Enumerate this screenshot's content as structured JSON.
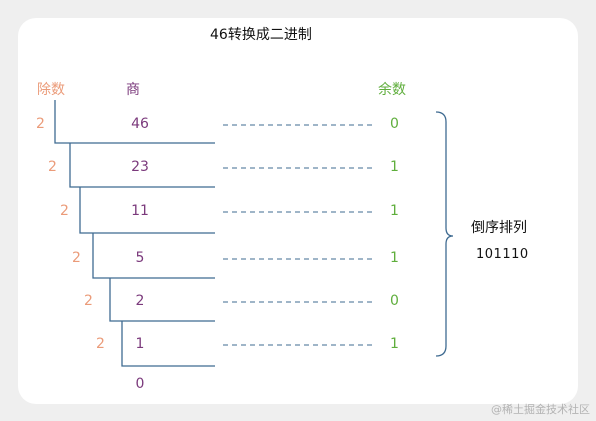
{
  "title": "46转换成二进制",
  "headers": {
    "divisor": "除数",
    "quotient": "商",
    "remainder": "余数"
  },
  "colors": {
    "divisor": "#eb9b79",
    "quotient": "#7b3a7c",
    "remainder": "#5fae3c",
    "lines": "#3f6b91",
    "brace": "#3f6b91"
  },
  "steps": [
    {
      "divisor": "2",
      "quotient": "46",
      "remainder": "0"
    },
    {
      "divisor": "2",
      "quotient": "23",
      "remainder": "1"
    },
    {
      "divisor": "2",
      "quotient": "11",
      "remainder": "1"
    },
    {
      "divisor": "2",
      "quotient": "5",
      "remainder": "1"
    },
    {
      "divisor": "2",
      "quotient": "2",
      "remainder": "0"
    },
    {
      "divisor": "2",
      "quotient": "1",
      "remainder": "1"
    }
  ],
  "final_quotient": "0",
  "result": {
    "label": "倒序排列",
    "value": "101110"
  },
  "watermark": "@稀土掘金技术社区"
}
